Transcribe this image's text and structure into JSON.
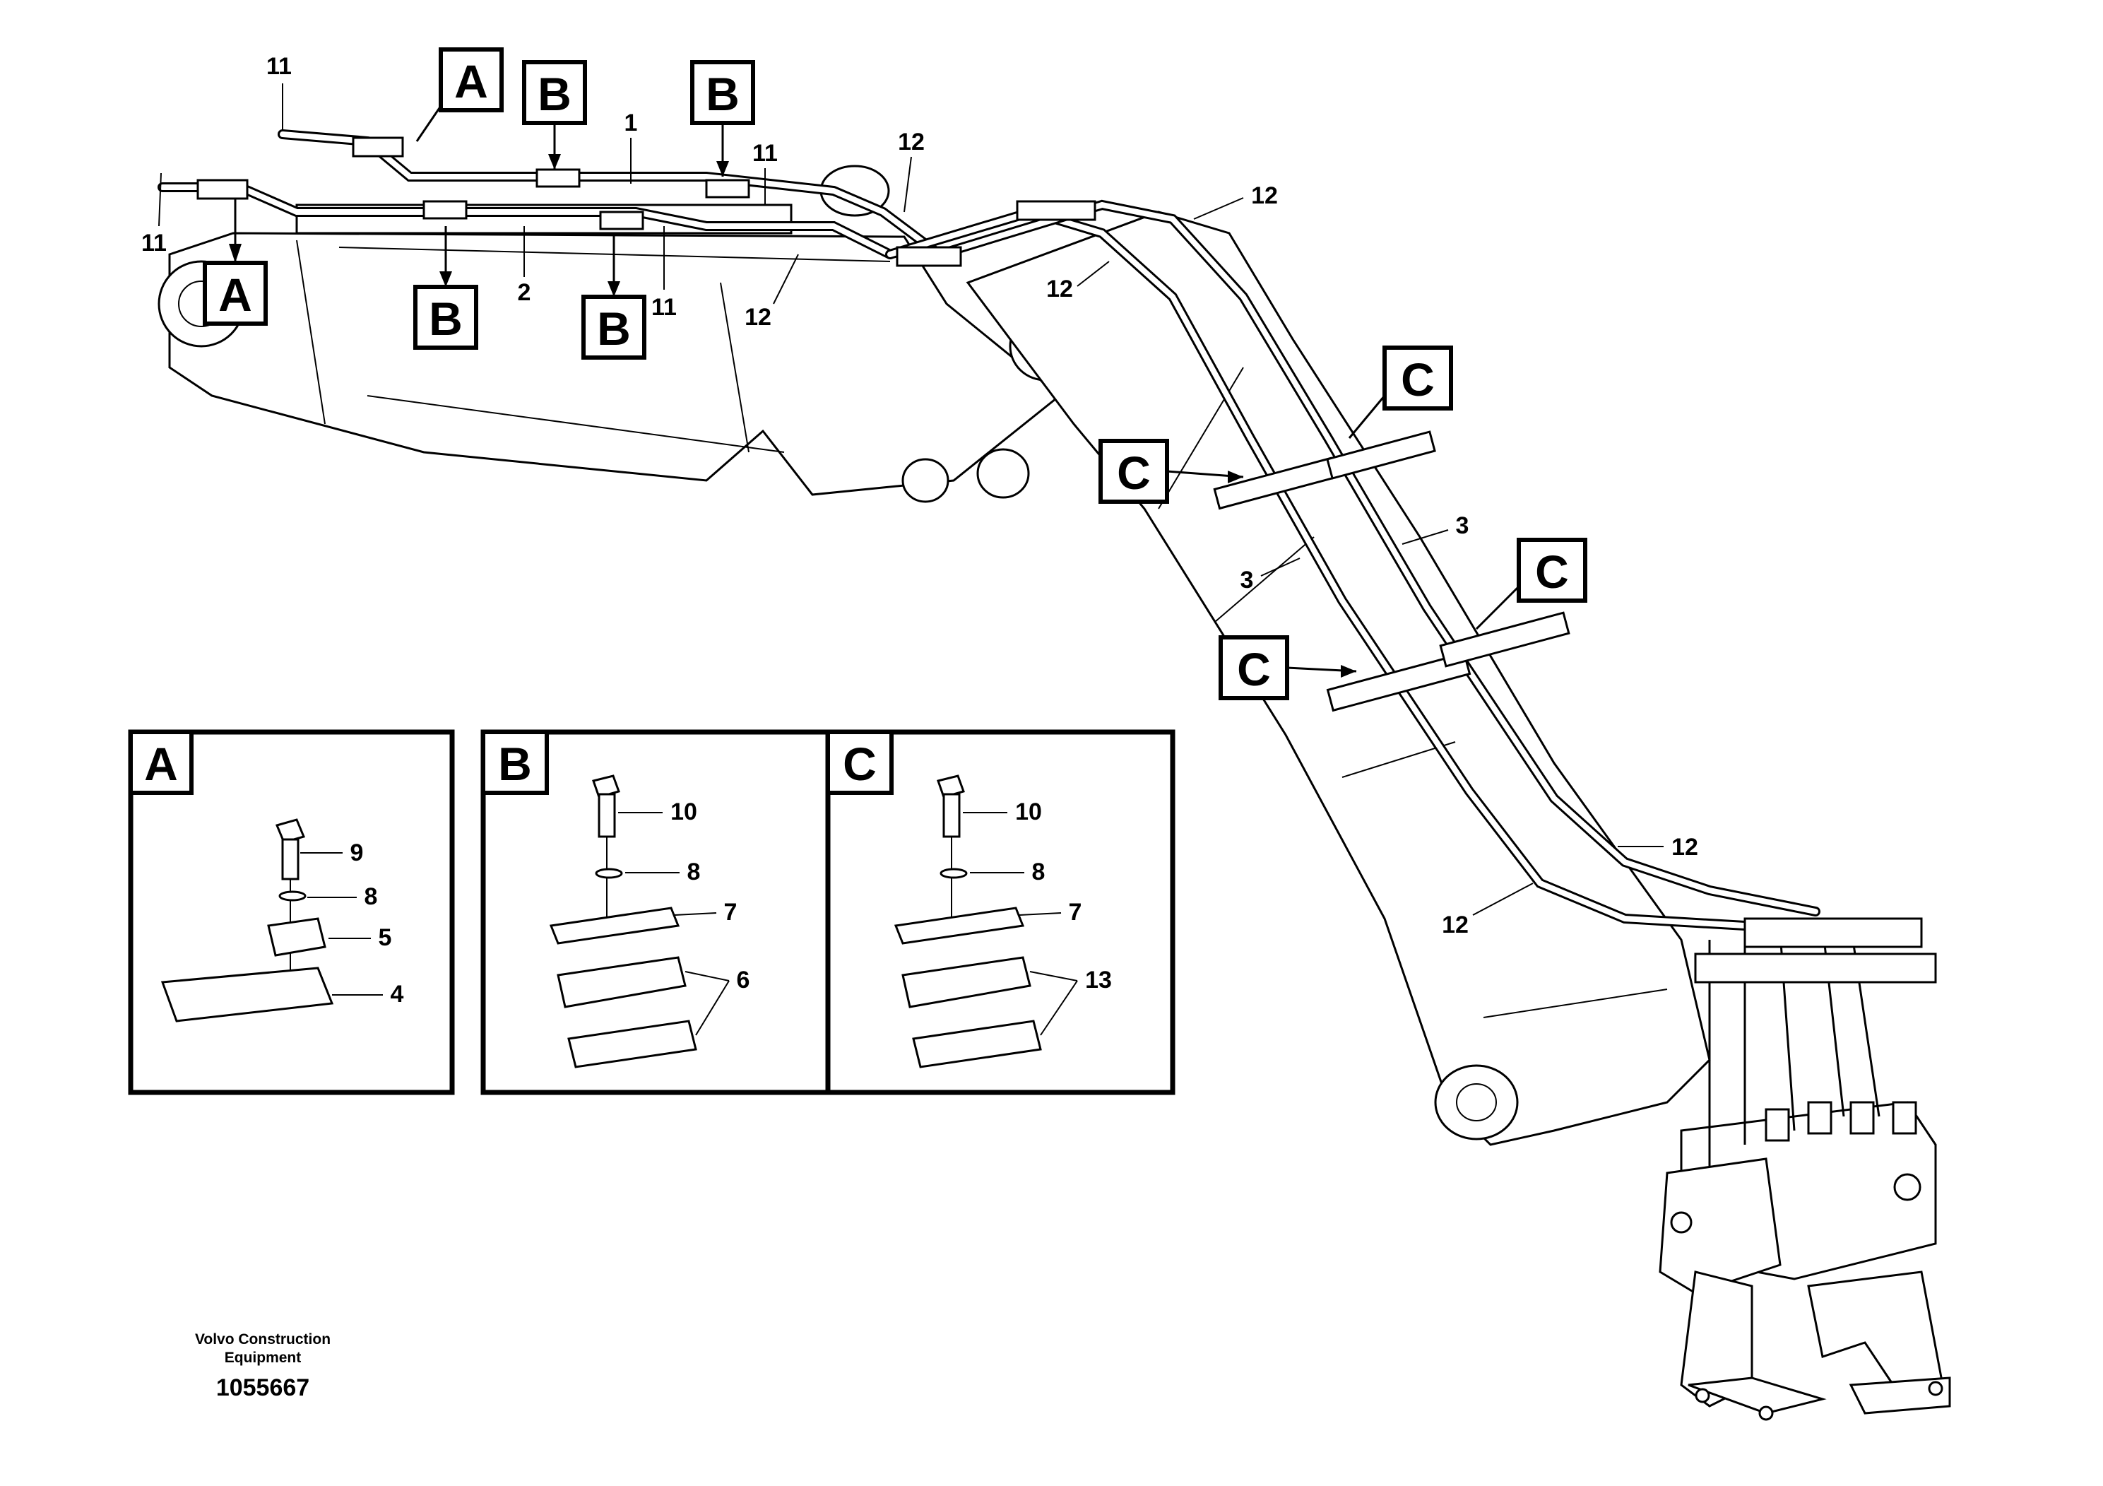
{
  "callouts": {
    "A": "A",
    "B": "B",
    "C": "C"
  },
  "parts": {
    "p1": "1",
    "p2": "2",
    "p3": "3",
    "p4": "4",
    "p5": "5",
    "p6": "6",
    "p7": "7",
    "p8": "8",
    "p9": "9",
    "p10": "10",
    "p11": "11",
    "p12": "12",
    "p13": "13"
  },
  "footer": {
    "company_line1": "Volvo Construction",
    "company_line2": "Equipment",
    "drawing_number": "1055667"
  }
}
